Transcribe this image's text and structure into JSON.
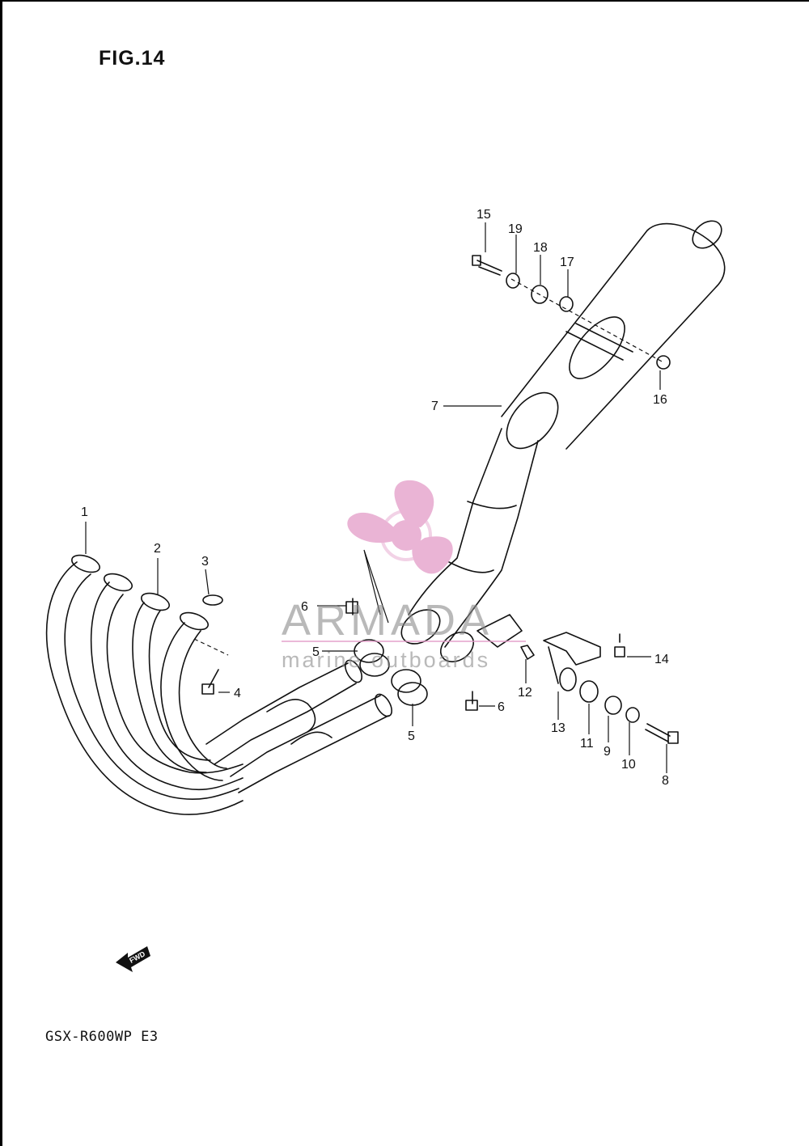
{
  "figure": {
    "title": "FIG.14"
  },
  "model_label": "GSX-R600WP E3",
  "fwd_label": "FWD",
  "watermark": {
    "brand": "ARMADA",
    "tagline": "marine outboards",
    "logo_color": "#e39bc8",
    "text_color": "#8a8a8a"
  },
  "callouts": [
    "1",
    "2",
    "3",
    "4",
    "5",
    "5",
    "6",
    "6",
    "7",
    "8",
    "9",
    "10",
    "11",
    "12",
    "13",
    "14",
    "15",
    "16",
    "17",
    "18",
    "19"
  ]
}
